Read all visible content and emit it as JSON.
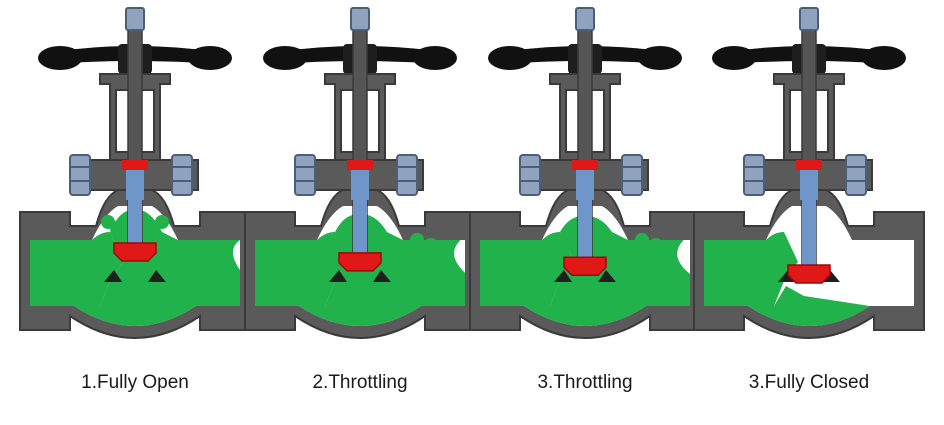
{
  "panels": [
    {
      "caption": "1.Fully Open",
      "opening": 1.0,
      "flow": "full"
    },
    {
      "caption": "2.Throttling",
      "opening": 0.55,
      "flow": "partial"
    },
    {
      "caption": "3.Throttling",
      "opening": 0.35,
      "flow": "low"
    },
    {
      "caption": "3.Fully Closed",
      "opening": 0.0,
      "flow": "inlet-only"
    }
  ],
  "colors": {
    "body": "#5a5a5a",
    "body_outline": "#3a3a3a",
    "stem": "#555555",
    "fluid": "#21b24b",
    "disc": "#e01818",
    "bolt": "#8fa3bf",
    "packing": "#6f96c8",
    "handwheel": "#111111",
    "background": "#ffffff"
  }
}
